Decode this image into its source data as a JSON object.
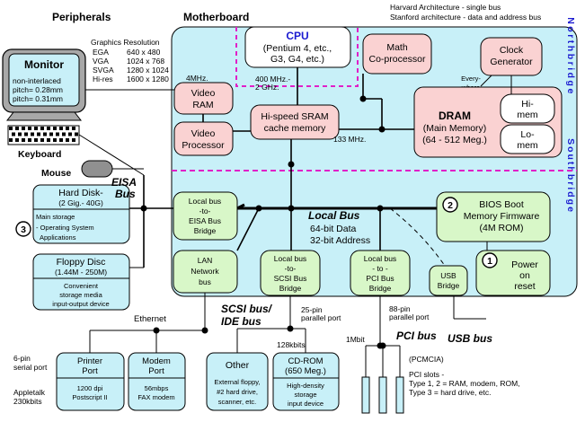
{
  "titles": {
    "peripherals": "Peripherals",
    "motherboard": "Motherboard",
    "northbridge": "Northbridge",
    "southbridge": "Southbridge",
    "arch_harvard": "Harvard Architecture - single bus",
    "arch_stanford": "Stanford architecture - data and address bus"
  },
  "graphics": {
    "title": "Graphics Resolution",
    "rows": [
      {
        "mode": "EGA",
        "res": "640 x 480"
      },
      {
        "mode": "VGA",
        "res": "1024 x 768"
      },
      {
        "mode": "SVGA",
        "res": "1280 x 1024"
      },
      {
        "mode": "Hi-res",
        "res": "1600 x 1280"
      }
    ]
  },
  "monitor": {
    "title": "Monitor",
    "lines": [
      "non-interlaced",
      "pitch= 0.28mm",
      "pitch= 0.31mm"
    ]
  },
  "keyboard": "Keyboard",
  "mouse": "Mouse",
  "eisa": {
    "line1": "EISA",
    "line2": "Bus"
  },
  "hard_disk": {
    "title": "Hard Disk-",
    "capacity": "(2 Gig.- 40G)",
    "desc": [
      "Main storage",
      "- Operating System",
      "Applications"
    ],
    "number": "3"
  },
  "floppy": {
    "title": "Floppy Disc",
    "capacity": "(1.44M - 250M)",
    "desc": [
      "Convenient",
      "storage media",
      "input-output device"
    ]
  },
  "cpu": {
    "title": "CPU",
    "lines": [
      "(Pentium 4, etc.,",
      "G3, G4, etc.)"
    ]
  },
  "math": {
    "lines": [
      "Math",
      "Co-processor"
    ]
  },
  "clock": {
    "lines": [
      "Clock",
      "Generator"
    ],
    "note": [
      "Every-",
      "where"
    ]
  },
  "video_ram": {
    "lines": [
      "Video",
      "RAM"
    ],
    "speed": "4MHz."
  },
  "video_proc": {
    "lines": [
      "Video",
      "Processor"
    ]
  },
  "sram": {
    "lines": [
      "Hi-speed SRAM",
      "cache memory"
    ],
    "speed": "133 MHz.",
    "cpu_speed": [
      "400 MHz.-",
      "2 GHz."
    ]
  },
  "dram": {
    "title": "DRAM",
    "lines": [
      "(Main Memory)",
      "(64 - 512 Meg.)"
    ],
    "himem": [
      "Hi-",
      "mem"
    ],
    "lomem": [
      "Lo-",
      "mem"
    ]
  },
  "eisa_bridge": {
    "lines": [
      "Local bus",
      "-to-",
      "EISA Bus",
      "Bridge"
    ]
  },
  "local_bus": {
    "title": "Local Bus",
    "lines": [
      "64-bit Data",
      "32-bit Address"
    ]
  },
  "bios": {
    "number": "2",
    "lines": [
      "BIOS Boot",
      "Memory Firmware",
      "(4M ROM)"
    ]
  },
  "lan": {
    "lines": [
      "LAN",
      "Network",
      "bus"
    ]
  },
  "scsi_bridge": {
    "lines": [
      "Local bus",
      "-to-",
      "SCSI Bus",
      "Bridge"
    ]
  },
  "pci_bridge": {
    "lines": [
      "Local bus",
      "- to -",
      "PCI Bus",
      "Bridge"
    ]
  },
  "usb_bridge": {
    "lines": [
      "USB",
      "Bridge"
    ]
  },
  "power": {
    "number": "1",
    "lines": [
      "Power",
      "on",
      "reset"
    ]
  },
  "ethernet": "Ethernet",
  "serial": {
    "lines": [
      "6-pin",
      "serial port"
    ],
    "appletalk": [
      "Appletalk",
      "230kbits"
    ]
  },
  "printer": {
    "lines": [
      "Printer",
      "Port"
    ],
    "desc": [
      "1200 dpi",
      "Postscript II"
    ]
  },
  "modem": {
    "lines": [
      "Modem",
      "Port"
    ],
    "desc": [
      "56mbps",
      "FAX modem"
    ]
  },
  "scsi_bus": {
    "lines": [
      "SCSI bus/",
      "IDE bus"
    ]
  },
  "parallel": {
    "lines": [
      "25-pin",
      "parallel port"
    ],
    "speed": "128kbits"
  },
  "other": {
    "title": "Other",
    "desc": [
      "External floppy,",
      "#2 hard drive,",
      "scanner, etc."
    ]
  },
  "cdrom": {
    "lines": [
      "CD-ROM",
      "(650 Meg.)"
    ],
    "desc": [
      "High-density",
      "storage",
      "input device"
    ]
  },
  "pci_parallel": {
    "lines": [
      "88-pin",
      "parallel port"
    ],
    "speed": "1Mbit"
  },
  "pci_bus": "PCI bus",
  "usb_bus": "USB bus",
  "pcmcia": "(PCMCIA)",
  "pci_slots": [
    "PCI slots -",
    "Type 1, 2 = RAM, modem, ROM,",
    "Type 3 = hard drive, etc."
  ],
  "colors": {
    "motherboard_bg": "#c8f0f8",
    "pink_box": "#fad2d2",
    "green_box": "#d8f7c8",
    "cyan_box": "#c8f0f8",
    "monitor_gray": "#a8a8a8",
    "magenta_dash": "#e020c8",
    "blue_text": "#1a1ad0"
  }
}
